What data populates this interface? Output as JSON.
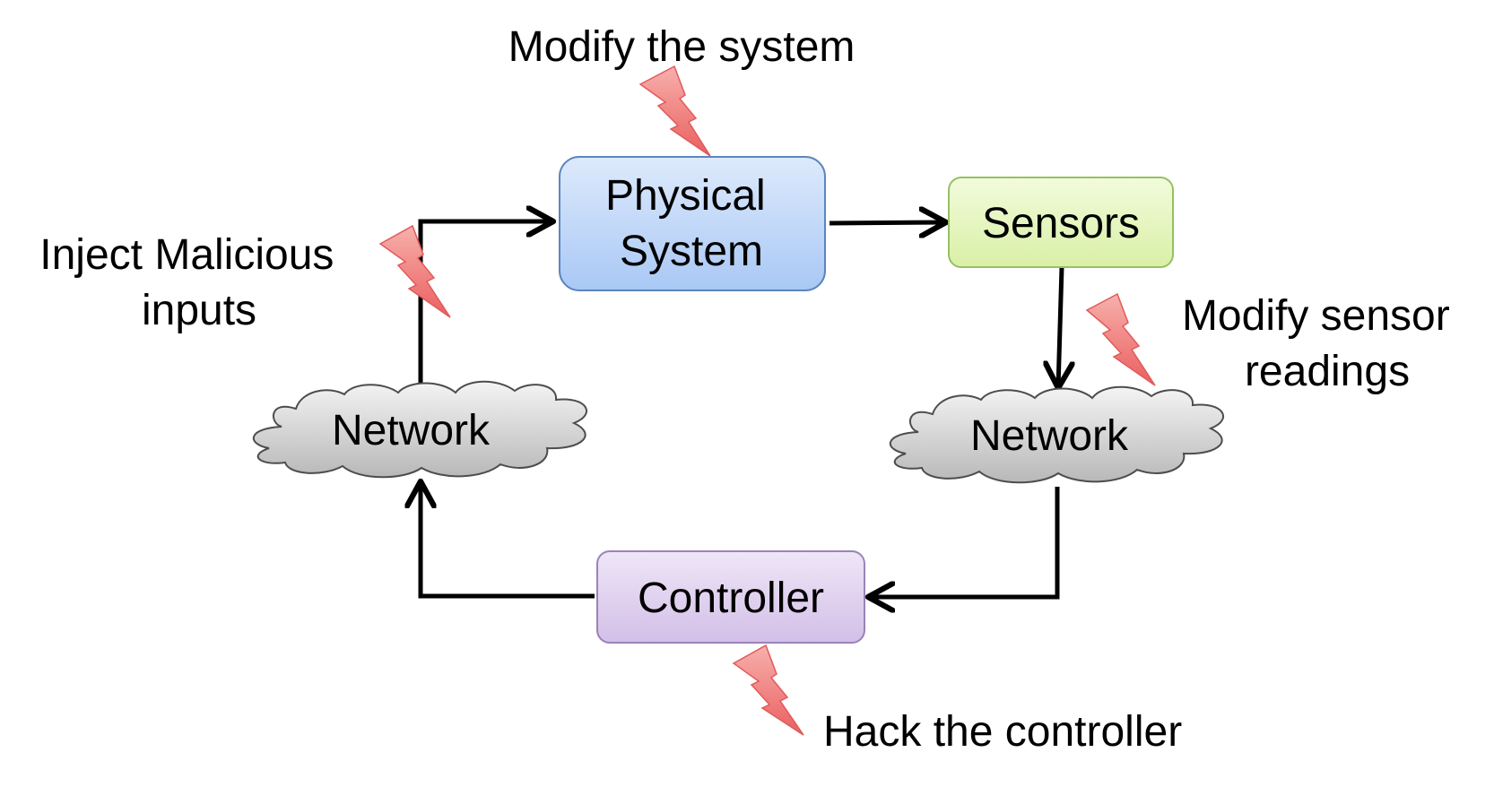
{
  "nodes": {
    "physical_system": {
      "lines": [
        "Physical",
        "System"
      ],
      "fill_top": "#ddeafc",
      "fill_bottom": "#a9c8f5",
      "stroke": "#5c85bd"
    },
    "sensors": {
      "label": "Sensors",
      "fill_top": "#f2fbdc",
      "fill_bottom": "#d9f0a6",
      "stroke": "#98bf62"
    },
    "controller": {
      "label": "Controller",
      "fill_top": "#efe6f7",
      "fill_bottom": "#d3bfe8",
      "stroke": "#9a83b8"
    },
    "network_left": {
      "label": "Network",
      "fill_top": "#f4f4f4",
      "fill_bottom": "#b8b8b8",
      "stroke": "#4d4d4d"
    },
    "network_right": {
      "label": "Network",
      "fill_top": "#f4f4f4",
      "fill_bottom": "#b8b8b8",
      "stroke": "#4d4d4d"
    }
  },
  "annotations": {
    "modify_system": {
      "lines": [
        "Modify the system"
      ],
      "icon": "lightning-bolt-icon"
    },
    "inject_inputs": {
      "lines": [
        "Inject Malicious",
        "inputs"
      ],
      "icon": "lightning-bolt-icon"
    },
    "modify_sensor": {
      "lines": [
        "Modify sensor",
        "readings"
      ],
      "icon": "lightning-bolt-icon"
    },
    "hack_controller": {
      "lines": [
        "Hack the controller"
      ],
      "icon": "lightning-bolt-icon"
    }
  },
  "colors": {
    "bolt_top": "#f7b0ac",
    "bolt_bottom": "#ea5f5f",
    "arrow": "#000000"
  }
}
